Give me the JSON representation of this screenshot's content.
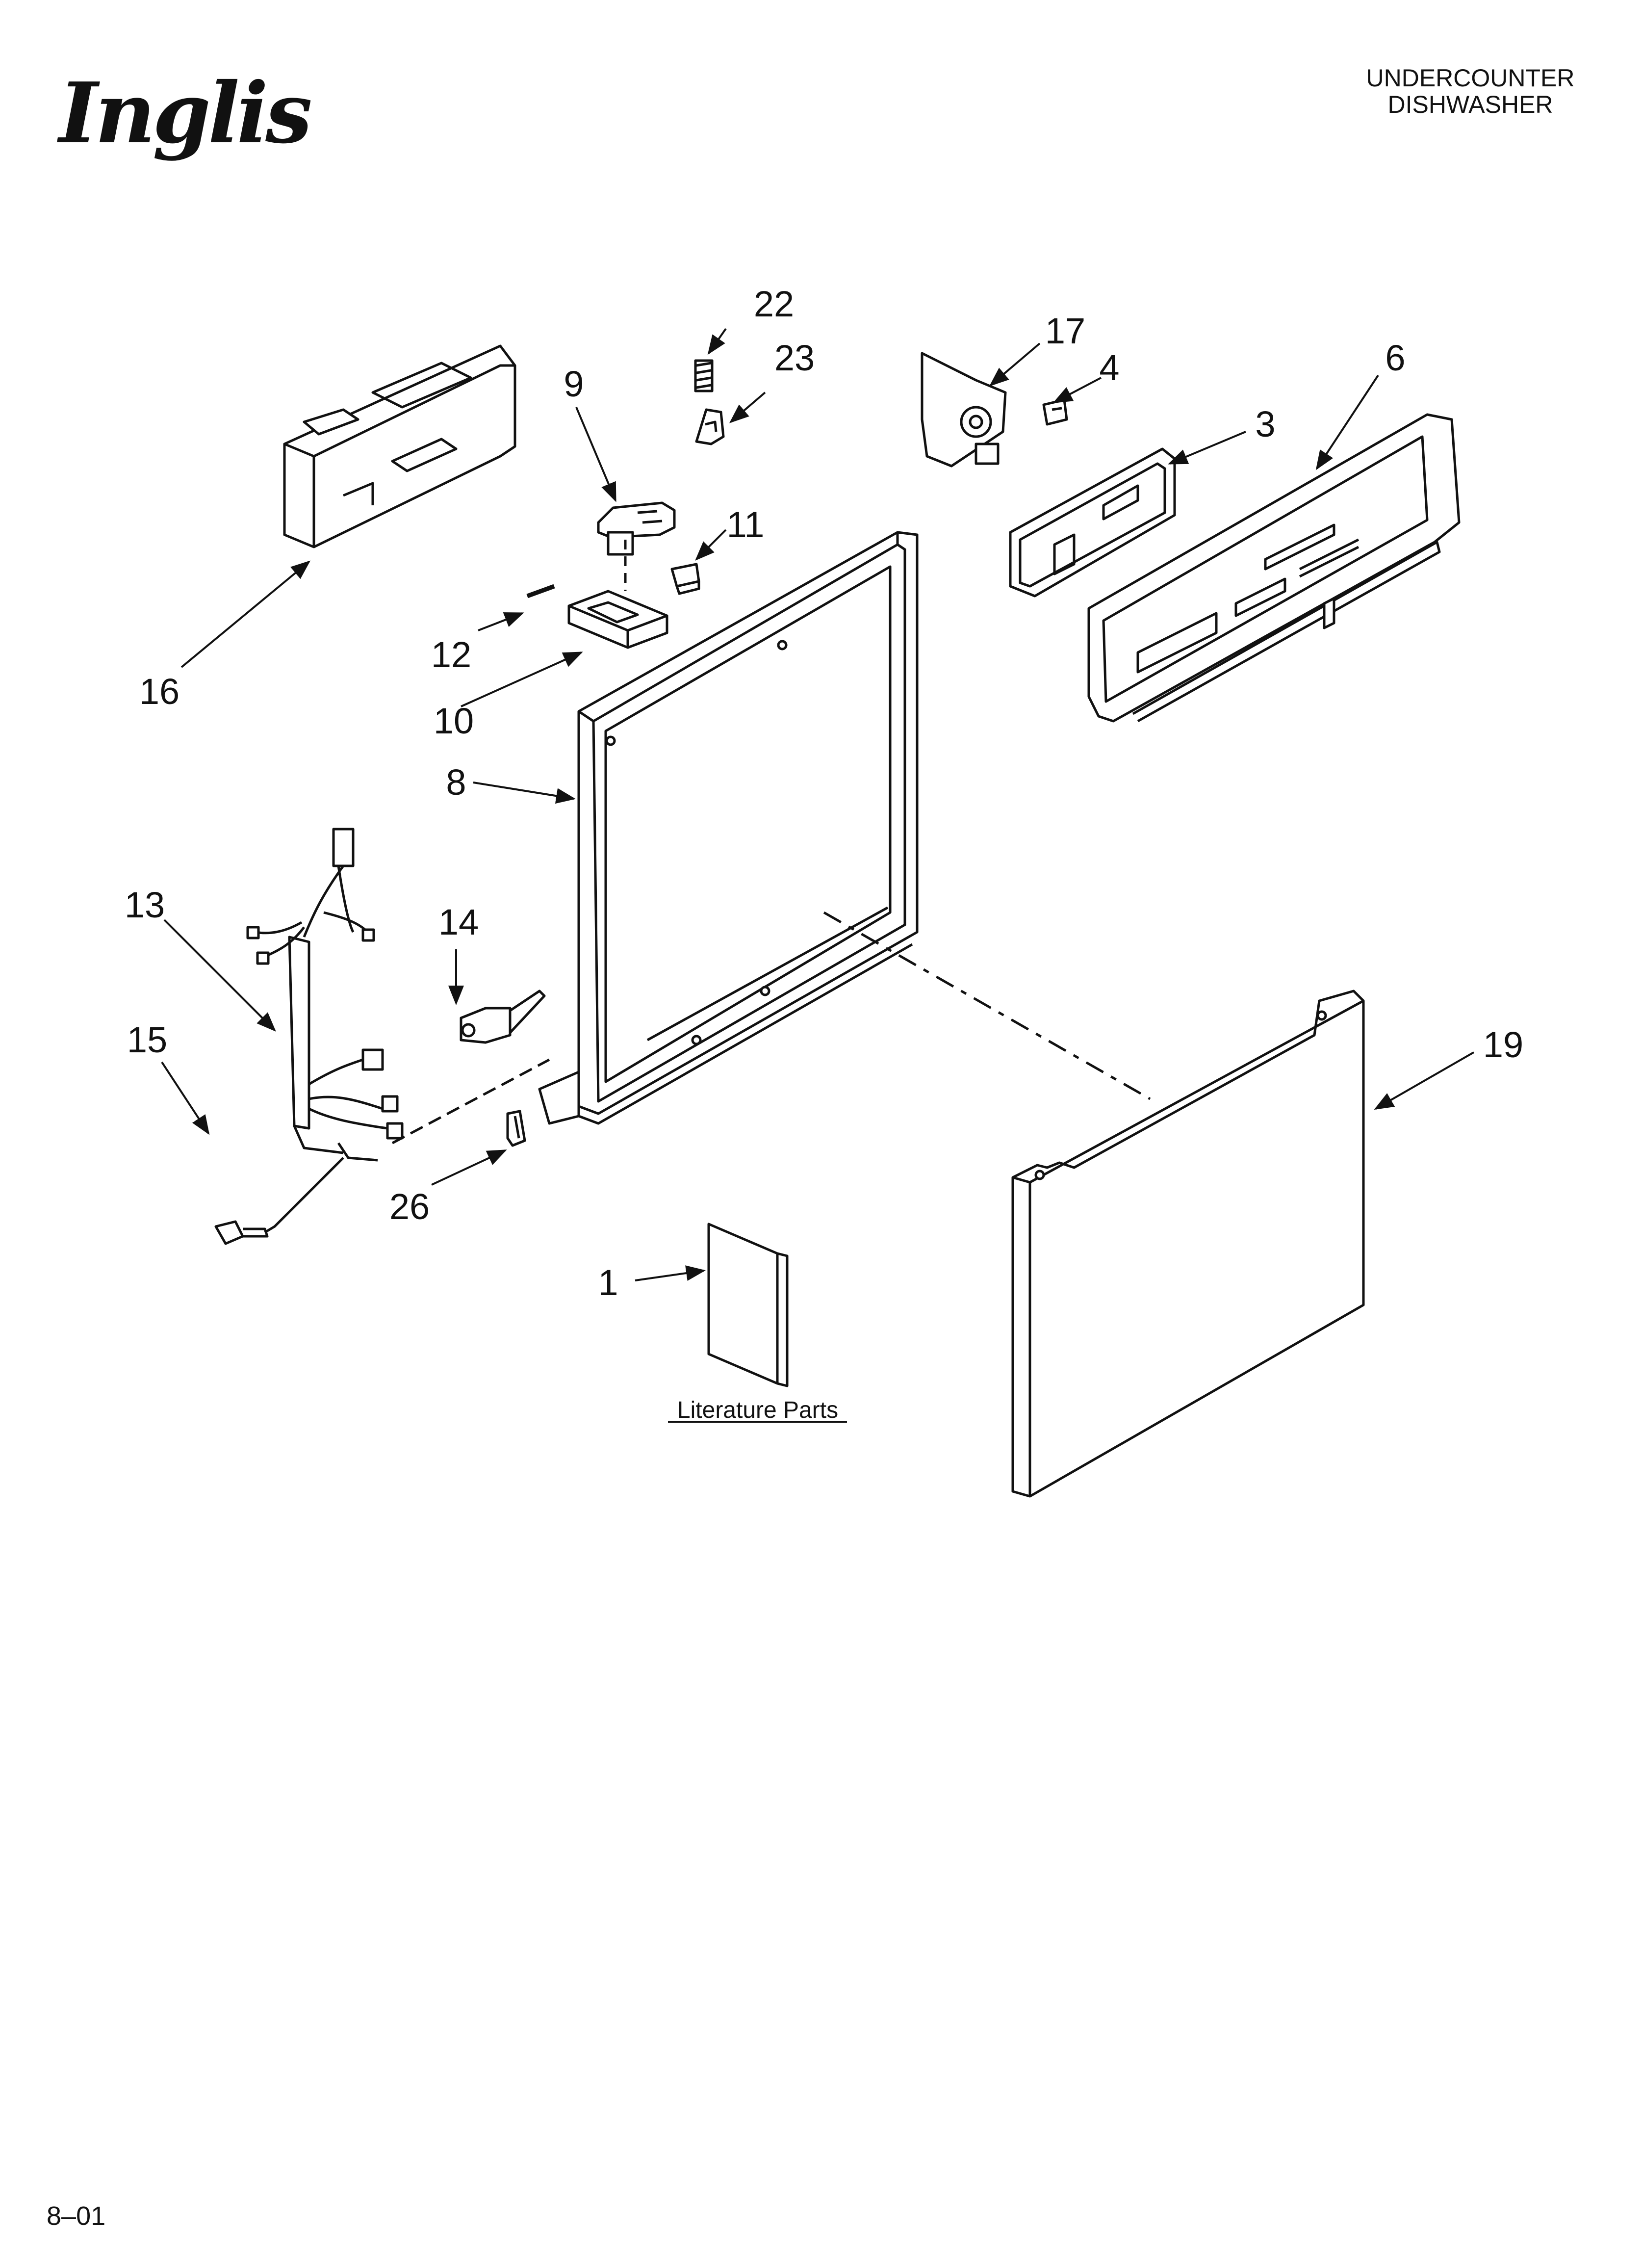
{
  "brand": {
    "logo_text": "Inglis"
  },
  "document": {
    "title_line1": "UNDERCOUNTER",
    "title_line2": "DISHWASHER",
    "footer_code": "8–01"
  },
  "literature": {
    "label": "Literature Parts"
  },
  "callouts": {
    "c1": "1",
    "c3": "3",
    "c4": "4",
    "c6": "6",
    "c8": "8",
    "c9": "9",
    "c10": "10",
    "c11": "11",
    "c12": "12",
    "c13": "13",
    "c14": "14",
    "c15": "15",
    "c16": "16",
    "c17": "17",
    "c19": "19",
    "c22": "22",
    "c23": "23",
    "c26": "26"
  },
  "colors": {
    "line": "#111111",
    "background": "#ffffff"
  }
}
